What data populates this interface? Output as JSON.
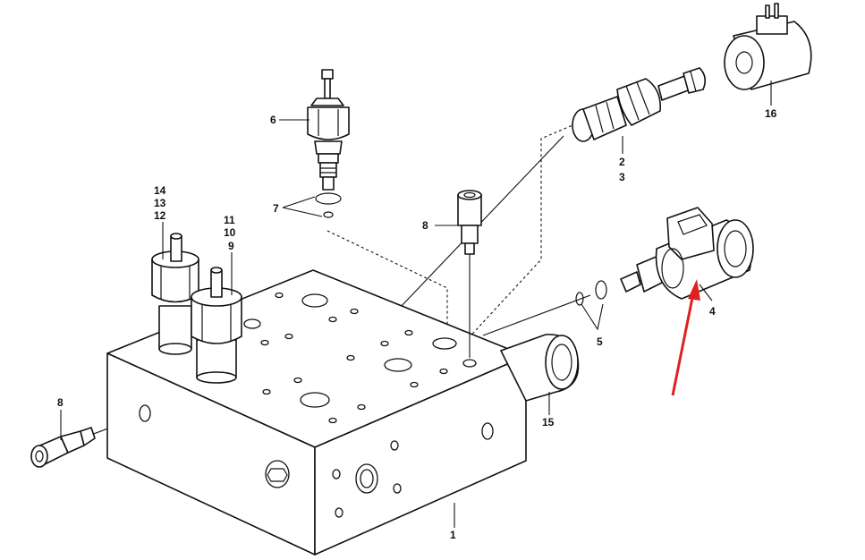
{
  "callouts": [
    {
      "id": "c1",
      "text": "1"
    },
    {
      "id": "c2",
      "text": "2"
    },
    {
      "id": "c3",
      "text": "3"
    },
    {
      "id": "c4",
      "text": "4"
    },
    {
      "id": "c5",
      "text": "5"
    },
    {
      "id": "c6",
      "text": "6"
    },
    {
      "id": "c7",
      "text": "7"
    },
    {
      "id": "c8a",
      "text": "8"
    },
    {
      "id": "c8b",
      "text": "8"
    },
    {
      "id": "c9",
      "text": "9"
    },
    {
      "id": "c10",
      "text": "10"
    },
    {
      "id": "c11",
      "text": "11"
    },
    {
      "id": "c12",
      "text": "12"
    },
    {
      "id": "c13",
      "text": "13"
    },
    {
      "id": "c14",
      "text": "14"
    },
    {
      "id": "c15",
      "text": "15"
    },
    {
      "id": "c16",
      "text": "16"
    }
  ],
  "colors": {
    "line": "#111111",
    "highlight_arrow": "#e02020",
    "background": "#ffffff"
  }
}
